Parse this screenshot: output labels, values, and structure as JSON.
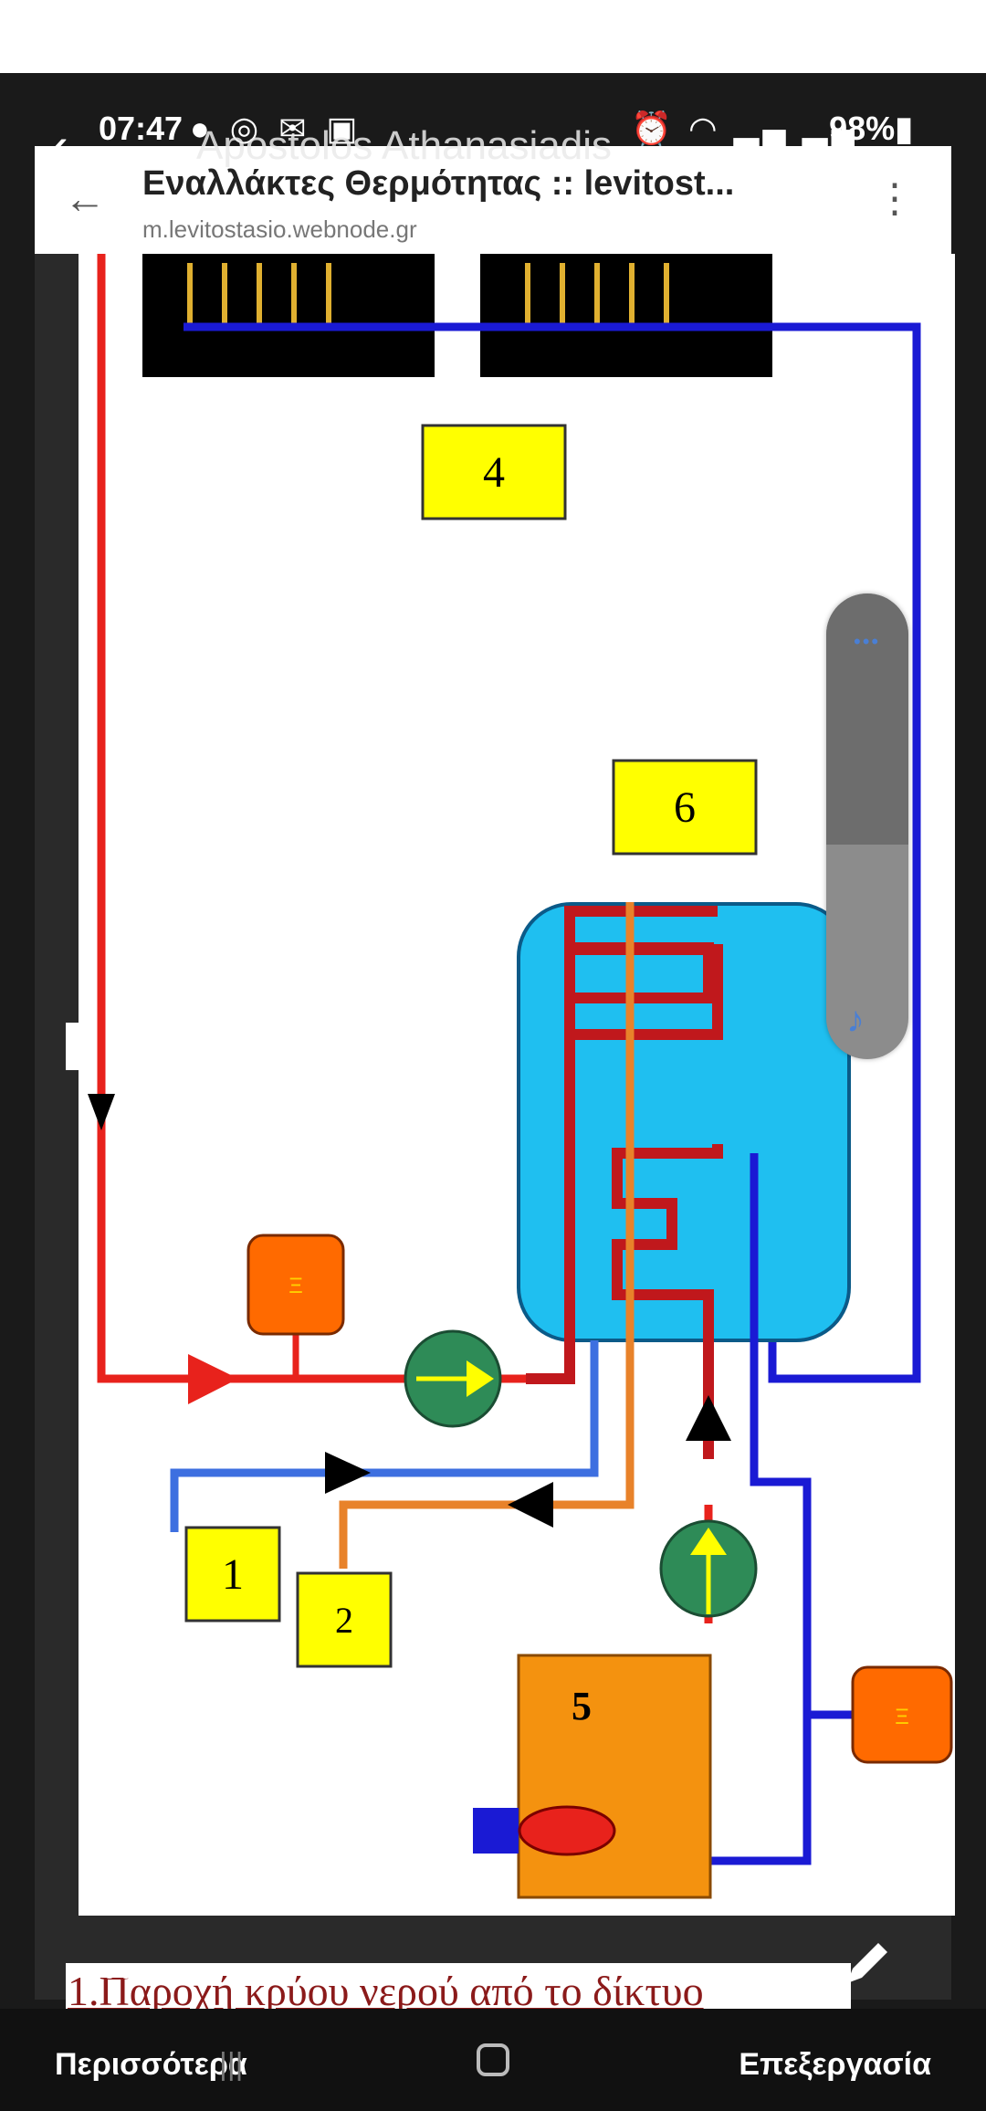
{
  "status_bar": {
    "time": "07:47",
    "battery": "98%",
    "icons_left": [
      "account-icon",
      "instagram-icon",
      "gmail-icon",
      "image-icon"
    ],
    "icons_right": [
      "alarm-icon",
      "wifi-icon",
      "signal-icon",
      "signal-icon",
      "battery-icon"
    ]
  },
  "overlay": {
    "sender_name": "Apostolos Athanasiadis"
  },
  "browser": {
    "title": "Εναλλάκτες Θερμότητας :: levitost...",
    "url": "m.levitostasio.webnode.gr"
  },
  "diagram": {
    "labels": {
      "label_1": "1",
      "label_2": "2",
      "label_4": "4",
      "label_5": "5",
      "label_6": "6"
    },
    "colors": {
      "hot_pipe": "#e8221c",
      "cold_pipe": "#1a1ad4",
      "light_blue_pipe": "#3d6fe0",
      "orange_pipe": "#e8822a",
      "tank": "#1fbff0",
      "label_box": "#ffff00",
      "pump": "#2e8b57",
      "boiler": "#f4920f",
      "expansion_vessel": "#ff6a00",
      "coil": "#c0181c"
    }
  },
  "caption": "1.Παροχή κρύου νερού από το δίκτυο",
  "bottom_bar": {
    "more_label": "Περισσότερα",
    "edit_label": "Επεξεργασία"
  }
}
